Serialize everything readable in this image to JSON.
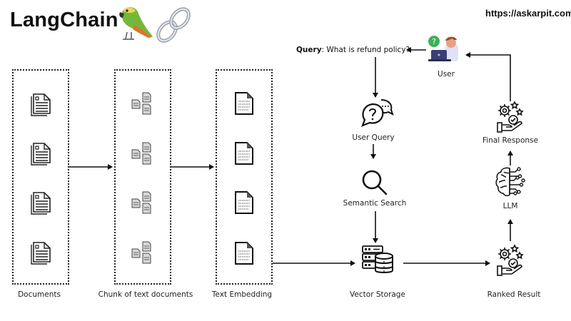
{
  "header": {
    "title": "LangChain",
    "url": "https://askarpit.com"
  },
  "query": {
    "label": "Query",
    "text": ": What is refund policy?"
  },
  "stages": {
    "documents": "Documents",
    "chunks": "Chunk of text documents",
    "embedding": "Text Embedding",
    "vector_storage": "Vector Storage",
    "ranked_result": "Ranked Result",
    "llm": "LLM",
    "final_response": "Final Response",
    "user": "User",
    "user_query": "User Query",
    "semantic_search": "Semantic Search"
  },
  "colors": {
    "line": "#111111",
    "parrot_green": "#6db33f",
    "user_badge": "#3fae5a",
    "laptop": "#3b3f73"
  }
}
